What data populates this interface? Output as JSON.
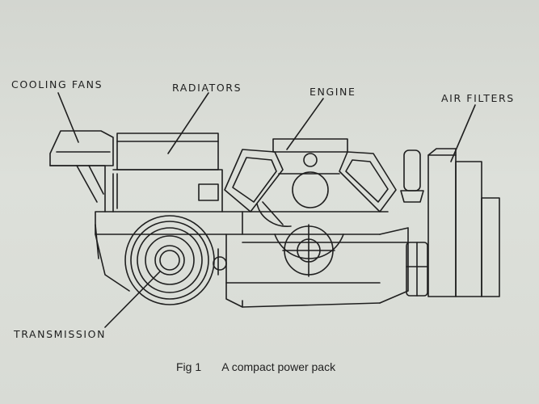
{
  "labels": {
    "cooling_fans": "COOLING FANS",
    "radiators": "RADIATORS",
    "engine": "ENGINE",
    "air_filters": "AIR FILTERS",
    "transmission": "TRANSMISSION"
  },
  "caption": {
    "figure": "Fig 1",
    "text": "A compact power pack"
  },
  "colors": {
    "ink": "#1f1f1f",
    "paper": "#d9dcd6"
  }
}
